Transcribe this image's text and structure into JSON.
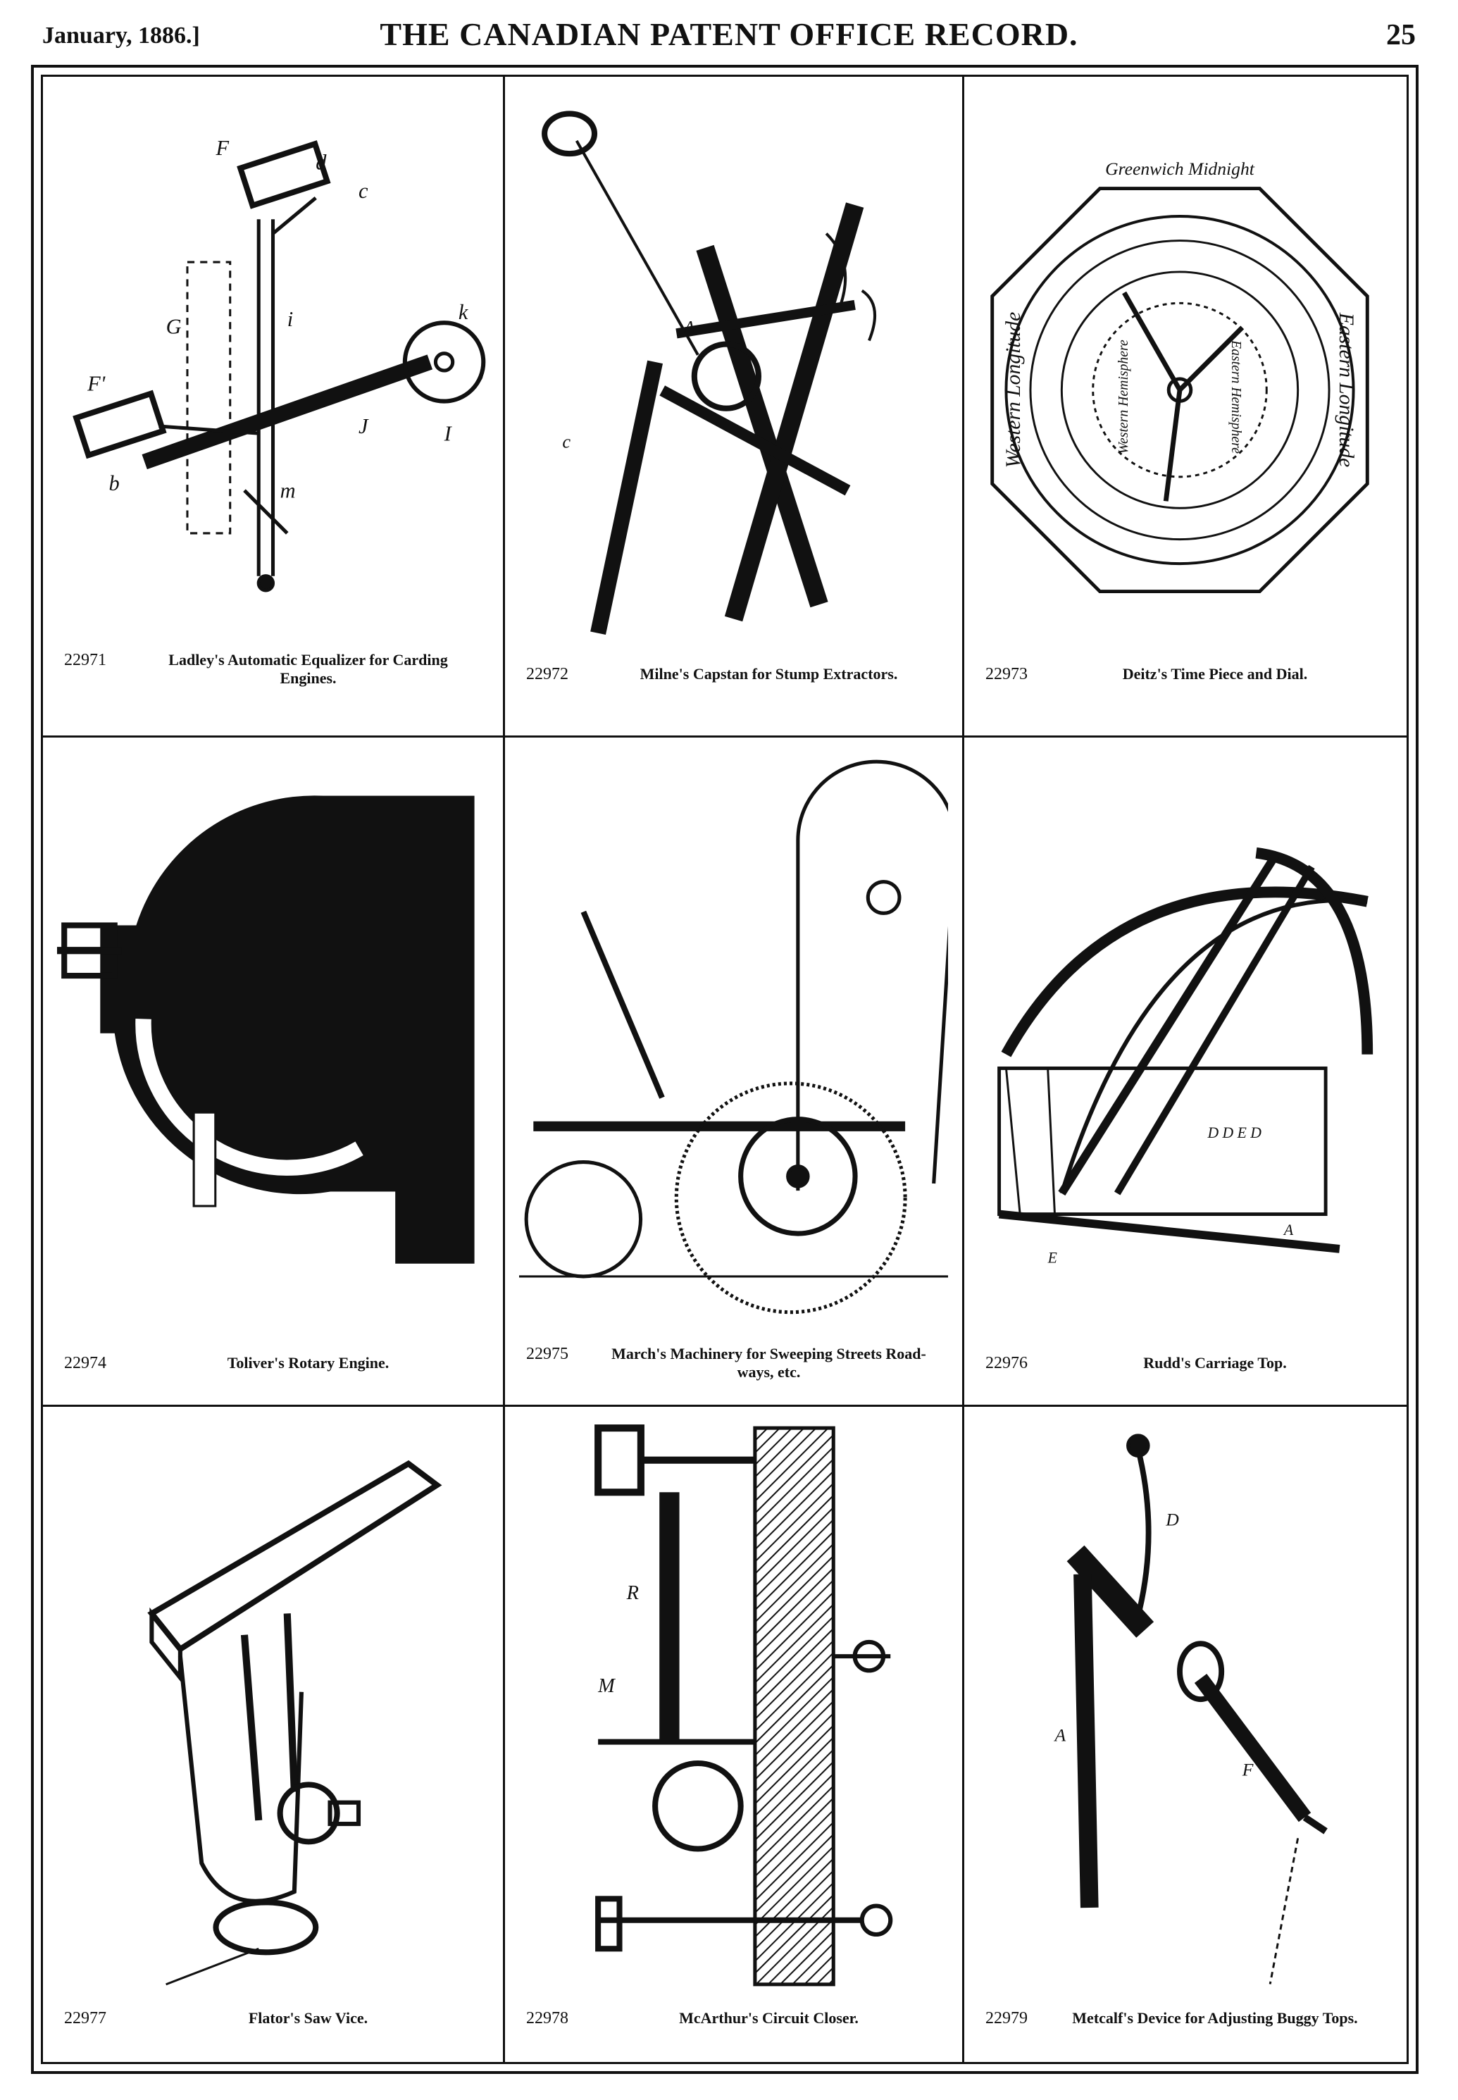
{
  "header": {
    "date": "January, 1886.]",
    "title": "THE CANADIAN PATENT OFFICE RECORD.",
    "page": "25"
  },
  "patents": [
    {
      "number": "22971",
      "title": "Ladley's Automatic Equalizer for Carding Engines.",
      "icon": "carding-equalizer-drawing"
    },
    {
      "number": "22972",
      "title": "Milne's Capstan for Stump Extractors.",
      "icon": "capstan-drawing"
    },
    {
      "number": "22973",
      "title": "Deitz's Time Piece and Dial.",
      "icon": "clock-dial-drawing"
    },
    {
      "number": "22974",
      "title": "Toliver's Rotary Engine.",
      "icon": "rotary-engine-drawing"
    },
    {
      "number": "22975",
      "title": "March's Machinery for Sweeping Streets Road-ways, etc.",
      "icon": "street-sweeper-drawing"
    },
    {
      "number": "22976",
      "title": "Rudd's Carriage Top.",
      "icon": "carriage-top-drawing"
    },
    {
      "number": "22977",
      "title": "Flator's Saw Vice.",
      "icon": "saw-vice-drawing"
    },
    {
      "number": "22978",
      "title": "McArthur's Circuit Closer.",
      "icon": "circuit-closer-drawing"
    },
    {
      "number": "22979",
      "title": "Metcalf's Device for Adjusting Buggy Tops.",
      "icon": "buggy-top-adjuster-drawing"
    }
  ],
  "dial_labels": {
    "top": "Greenwich Midnight",
    "left": "Western Longitude",
    "right": "Eastern Longitude",
    "inner_left": "Western Hemisphere",
    "inner_right": "Eastern Hemisphere"
  }
}
